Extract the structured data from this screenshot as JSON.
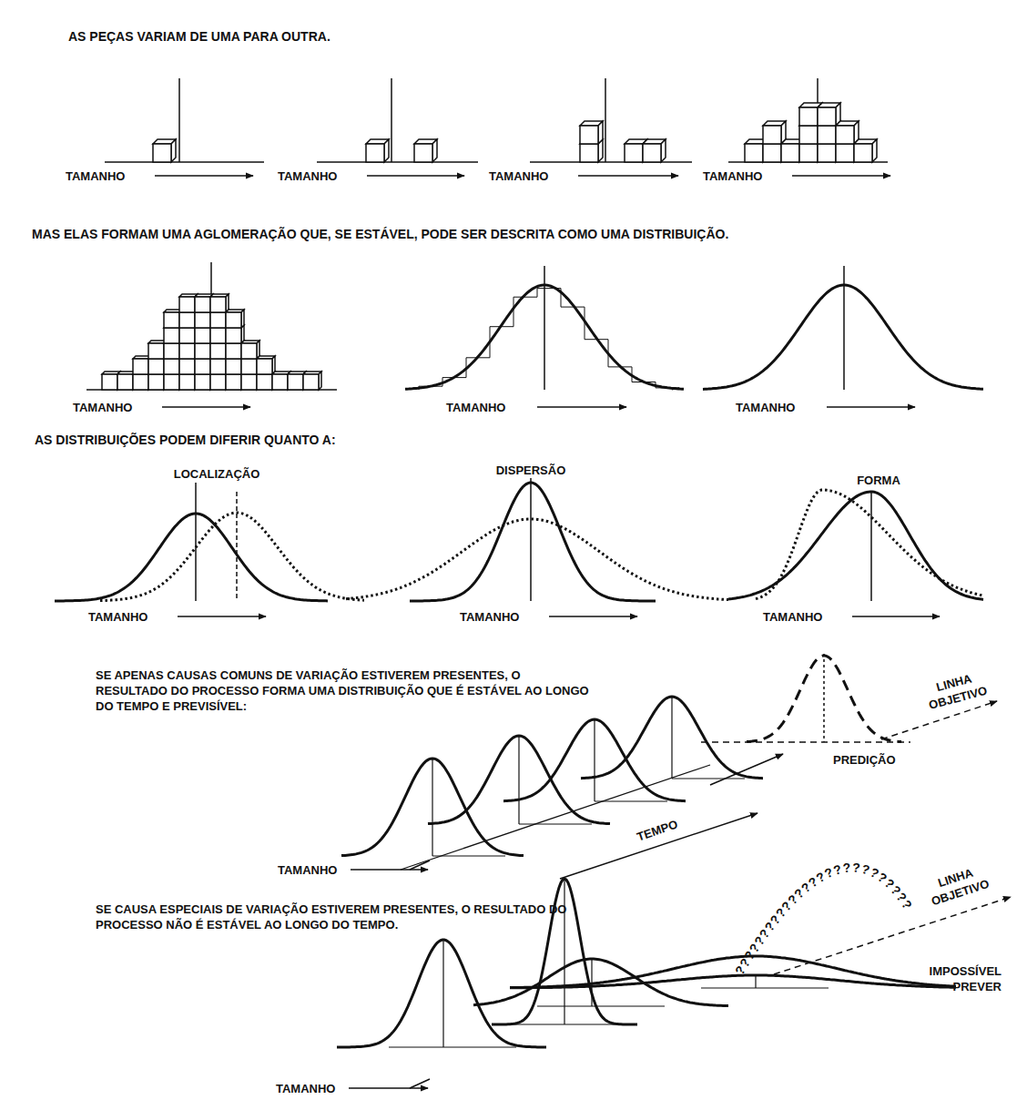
{
  "diagram": {
    "labels": [
      "AS PEÇAS VARIAM DE UMA PARA OUTRA.",
      "TAMANHO",
      "TAMANHO",
      "TAMANHO",
      "TAMANHO",
      "MAS ELAS FORMAM UMA AGLOMERAÇÃO QUE, SE ESTÁVEL, PODE SER DESCRITA COMO UMA DISTRIBUIÇÃO.",
      "TAMANHO",
      "TAMANHO",
      "TAMANHO",
      "AS DISTRIBUIÇÕES PODEM DIFERIR QUANTO A:",
      "LOCALIZAÇÃO",
      "DISPERSÃO",
      "FORMA",
      "TAMANHO",
      "TAMANHO",
      "TAMANHO",
      "SE APENAS CAUSAS COMUNS DE VARIAÇÃO ESTIVEREM PRESENTES, O RESULTADO DO PROCESSO FORMA UMA DISTRIBUIÇÃO QUE É ESTÁVEL AO LONGO DO TEMPO E PREVISÍVEL:",
      "LINHA OBJETIVO",
      "PREDIÇÃO",
      "TEMPO",
      "TAMANHO",
      "SE CAUSA ESPECIAIS DE VARIAÇÃO ESTIVEREM PRESENTES, O RESULTADO DO PROCESSO NÃO É ESTÁVEL AO LONGO DO TEMPO.",
      "??????????????????????????",
      "LINHA OBJETIVO",
      "IMPOSSÍVEL PREVER",
      "TAMANHO"
    ]
  }
}
